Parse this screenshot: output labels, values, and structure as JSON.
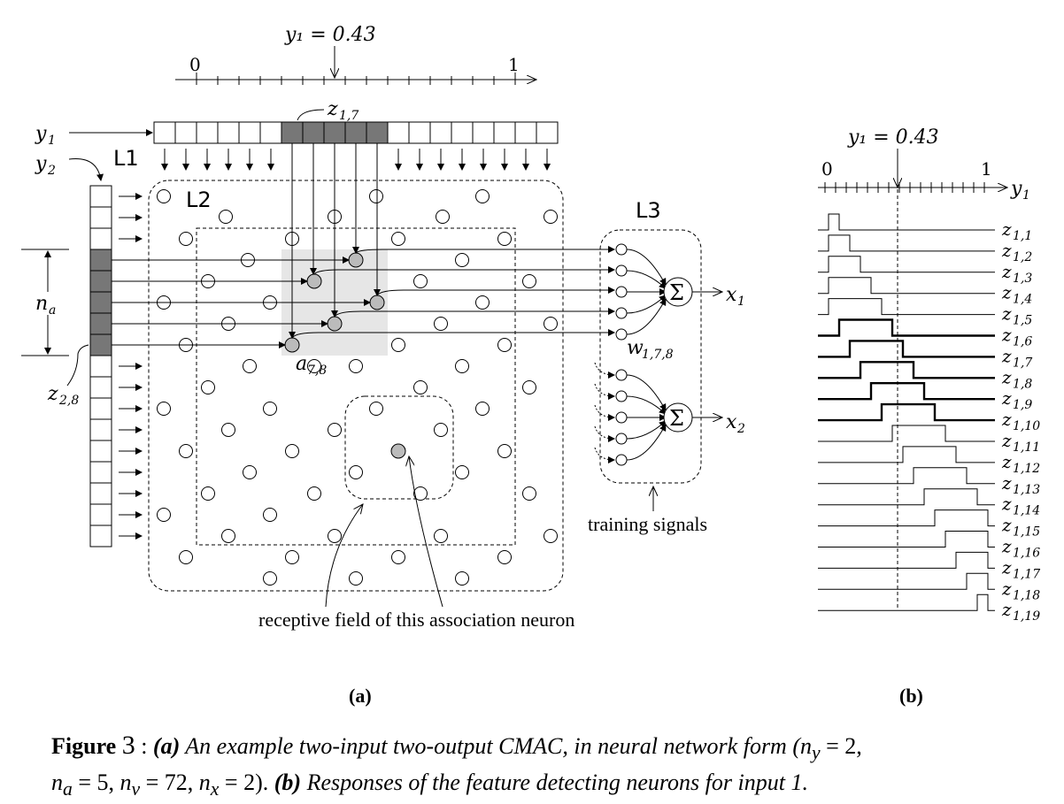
{
  "panel_a": {
    "scale_label": "y₁ = 0.43",
    "tick_start": "0",
    "tick_end": "1",
    "y1_label": "y",
    "y1_sub": "1",
    "y2_label": "y",
    "y2_sub": "2",
    "z17_label": "z",
    "z17_sub": "1,7",
    "L1": "L1",
    "L2": "L2",
    "L3": "L3",
    "na_label": "n",
    "na_sub": "a",
    "z28_label": "z",
    "z28_sub": "2,8",
    "a78_label": "a",
    "a78_sub": "7,8",
    "w_label": "w",
    "w_sub": "1,7,8",
    "sigma": "Σ",
    "x1_label": "x",
    "x1_sub": "1",
    "x2_label": "x",
    "x2_sub": "2",
    "training_signals": "training signals",
    "receptive_field": "receptive field of this association neuron",
    "panel_label": "(a)"
  },
  "panel_b": {
    "scale_label": "y₁ = 0.43",
    "tick_start": "0",
    "tick_end": "1",
    "axis_label": "y",
    "axis_sub": "1",
    "panel_label": "(b)",
    "rows": [
      "1,1",
      "1,2",
      "1,3",
      "1,4",
      "1,5",
      "1,6",
      "1,7",
      "1,8",
      "1,9",
      "1,10",
      "1,11",
      "1,12",
      "1,13",
      "1,14",
      "1,15",
      "1,16",
      "1,17",
      "1,18",
      "1,19"
    ]
  },
  "caption": {
    "figure": "Figure",
    "number": "3",
    "colon": " : ",
    "part_a": "(a)",
    "text_a": " An example two-input two-output CMAC, in neural network form (",
    "params_1": "n",
    "params_1_sub": "y",
    "params_1_val": " = 2,",
    "params_2": "n",
    "params_2_sub": "a",
    "params_2_val": " = 5, ",
    "params_3": "n",
    "params_3_sub": "v",
    "params_3_val": " = 72, ",
    "params_4": "n",
    "params_4_sub": "x",
    "params_4_val": " = 2). ",
    "part_b": "(b)",
    "text_b": " Responses of the feature detecting neurons for input 1."
  }
}
